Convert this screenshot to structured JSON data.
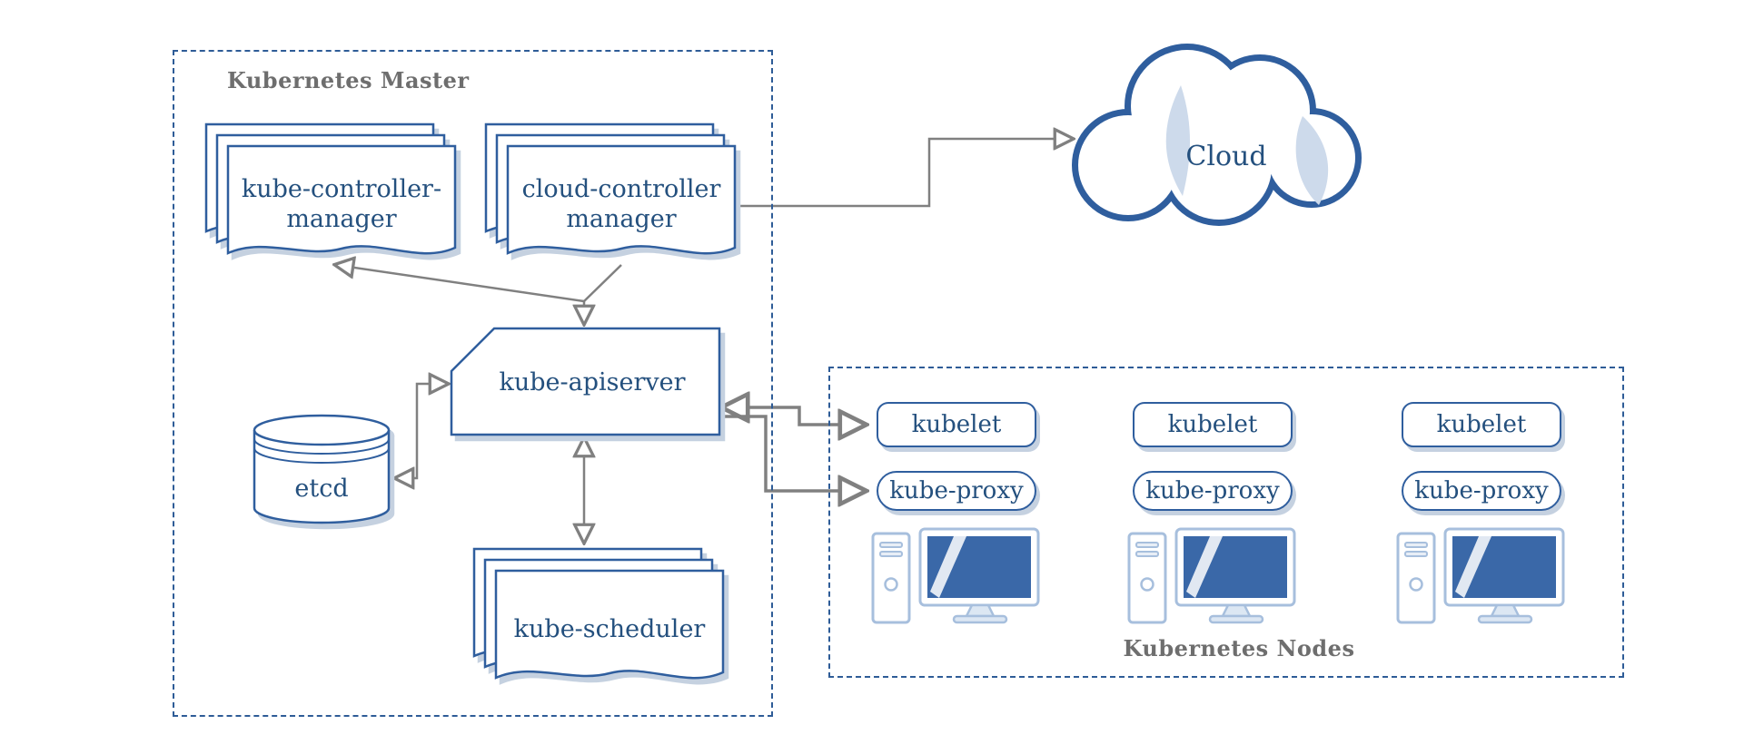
{
  "master": {
    "title": "Kubernetes Master",
    "kcm": {
      "line1": "kube-controller-",
      "line2": "manager"
    },
    "ccm": {
      "line1": "cloud-controller",
      "line2": "manager"
    },
    "apiserver": "kube-apiserver",
    "etcd": "etcd",
    "scheduler": "kube-scheduler"
  },
  "cloud": {
    "label": "Cloud"
  },
  "nodes": {
    "title": "Kubernetes Nodes",
    "columns": [
      {
        "kubelet": "kubelet",
        "kube_proxy": "kube-proxy"
      },
      {
        "kubelet": "kubelet",
        "kube_proxy": "kube-proxy"
      },
      {
        "kubelet": "kubelet",
        "kube_proxy": "kube-proxy"
      }
    ]
  },
  "colors": {
    "stroke_blue": "#2f5e9e",
    "text_blue": "#24507e",
    "shadow_blue_gray": "#c5d1e0",
    "arrow_gray": "#808080",
    "zone_label_gray": "#6e6e6e",
    "screen_blue": "#3a68a8",
    "hardware_light_blue": "#a7bfdd",
    "cloud_accent": "#cddaeb"
  }
}
